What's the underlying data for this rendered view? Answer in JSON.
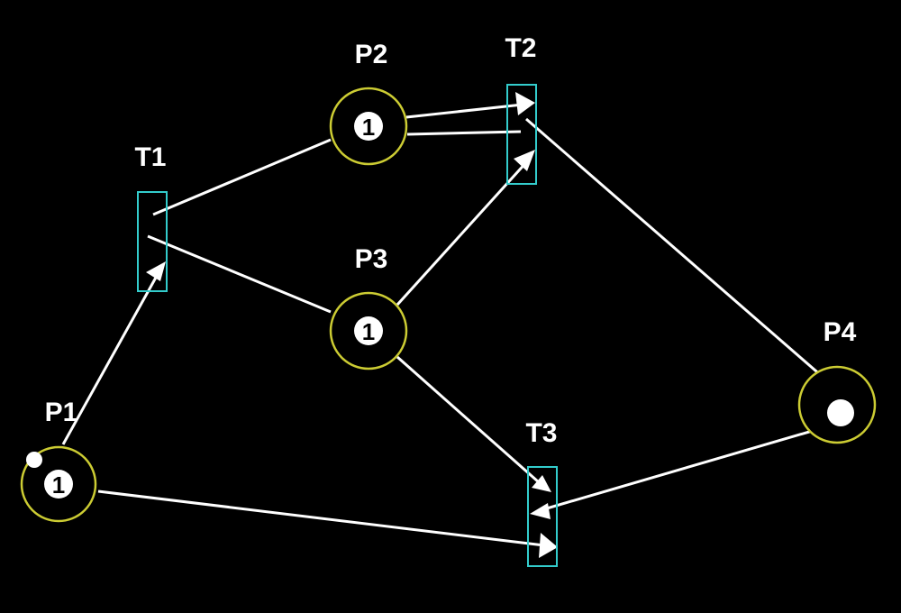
{
  "colors": {
    "background": "#000000",
    "place_outline": "#cccc33",
    "transition_outline": "#33cccc",
    "arc": "#ffffff",
    "label": "#ffffff"
  },
  "places": [
    {
      "id": "P1",
      "label": "P1",
      "tokens": "1"
    },
    {
      "id": "P2",
      "label": "P2",
      "tokens": "1"
    },
    {
      "id": "P3",
      "label": "P3",
      "tokens": "1"
    },
    {
      "id": "P4",
      "label": "P4",
      "tokens": ""
    }
  ],
  "transitions": [
    {
      "id": "T1",
      "label": "T1"
    },
    {
      "id": "T2",
      "label": "T2"
    },
    {
      "id": "T3",
      "label": "T3"
    }
  ],
  "arcs": [
    {
      "from": "P1",
      "to": "T1"
    },
    {
      "from": "T1",
      "to": "P2"
    },
    {
      "from": "T1",
      "to": "P3"
    },
    {
      "from": "P2",
      "to": "T2"
    },
    {
      "from": "T2",
      "to": "P2"
    },
    {
      "from": "P3",
      "to": "T2"
    },
    {
      "from": "T2",
      "to": "P4"
    },
    {
      "from": "P3",
      "to": "T3"
    },
    {
      "from": "P4",
      "to": "T3"
    },
    {
      "from": "P1",
      "to": "T3"
    }
  ]
}
